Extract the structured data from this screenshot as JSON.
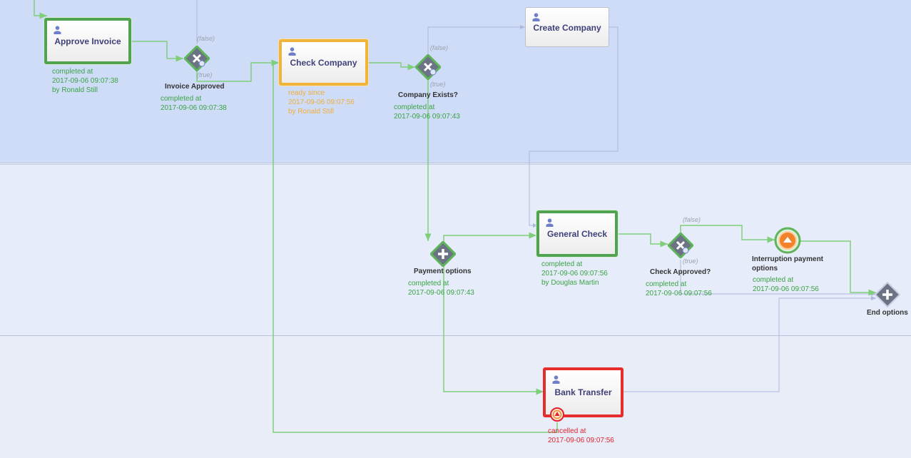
{
  "tasks": {
    "approve_invoice": {
      "label": "Approve Invoice",
      "status_lines": [
        "completed at",
        "2017-09-06 09:07:38",
        "by Ronald Still"
      ]
    },
    "check_company": {
      "label": "Check Company",
      "status_lines": [
        "ready since",
        "2017-09-06 09:07:56",
        "by Ronald Still"
      ]
    },
    "create_company": {
      "label": "Create Company"
    },
    "general_check": {
      "label": "General Check",
      "status_lines": [
        "completed at",
        "2017-09-06 09:07:56",
        "by Douglas Martin"
      ]
    },
    "bank_transfer": {
      "label": "Bank Transfer",
      "status_lines": [
        "cancelled at",
        "2017-09-06 09:07:56"
      ]
    }
  },
  "gateways": {
    "invoice_approved": {
      "label": "Invoice Approved",
      "status_lines": [
        "completed at",
        "2017-09-06 09:07:38"
      ]
    },
    "company_exists": {
      "label": "Company Exists?",
      "status_lines": [
        "completed at",
        "2017-09-06 09:07:43"
      ]
    },
    "payment_options": {
      "label": "Payment options",
      "status_lines": [
        "completed at",
        "2017-09-06 09:07:43"
      ]
    },
    "check_approved": {
      "label": "Check Approved?",
      "status_lines": [
        "completed at",
        "2017-09-06 09:07:56"
      ]
    },
    "end_options": {
      "label": "End options"
    }
  },
  "events": {
    "interruption_payment": {
      "label_lines": [
        "Interruption payment",
        "options"
      ],
      "status_lines": [
        "completed at",
        "2017-09-06 09:07:56"
      ]
    }
  },
  "conditions": {
    "false_label": "(false)",
    "true_label": "(true)"
  },
  "colors": {
    "completed": "#51a44f",
    "active": "#f0b43a",
    "cancelled": "#e62d2d",
    "flow_done": "#7fcf7a",
    "flow_todo": "#aeb8dc"
  }
}
